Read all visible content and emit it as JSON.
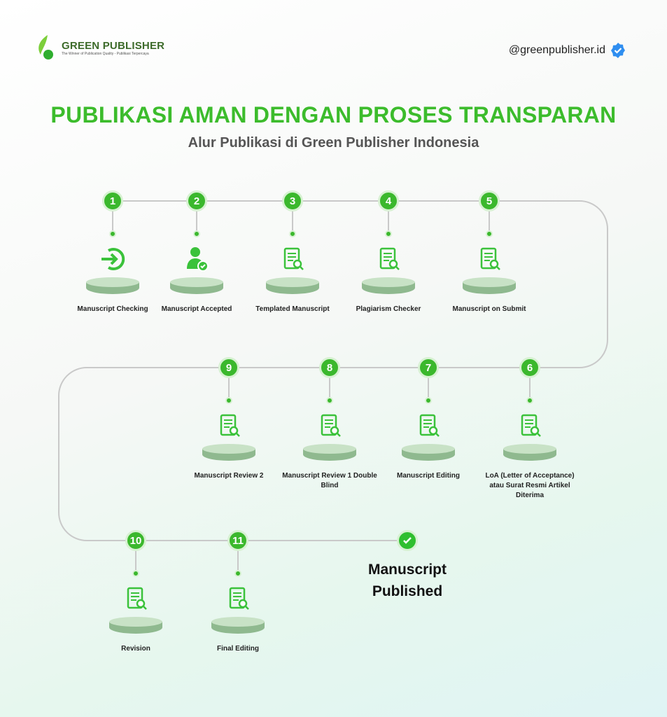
{
  "brand": {
    "name": "GREEN PUBLISHER",
    "tagline": "The Winner of Publication Quality - Publikasi Terpercaya",
    "handle": "@greenpublisher.id",
    "accent": "#3bb82d"
  },
  "header": {
    "title": "PUBLIKASI AMAN DENGAN PROSES TRANSPARAN",
    "subtitle": "Alur Publikasi di Green Publisher Indonesia"
  },
  "steps": [
    {
      "n": "1",
      "label": "Manuscript Checking",
      "icon": "login-arrow-icon"
    },
    {
      "n": "2",
      "label": "Manuscript Accepted",
      "icon": "user-check-icon"
    },
    {
      "n": "3",
      "label": "Templated Manuscript",
      "icon": "document-edit-icon"
    },
    {
      "n": "4",
      "label": "Plagiarism Checker",
      "icon": "documents-search-icon"
    },
    {
      "n": "5",
      "label": "Manuscript on Submit",
      "icon": "document-send-icon"
    },
    {
      "n": "6",
      "label": "LoA (Letter of Acceptance) atau Surat Resmi Artikel Diterima",
      "icon": "certificate-icon"
    },
    {
      "n": "7",
      "label": "Manuscript Editing",
      "icon": "scroll-pen-icon"
    },
    {
      "n": "8",
      "label": "Manuscript Review 1 Double Blind",
      "icon": "document-search-icon"
    },
    {
      "n": "9",
      "label": "Manuscript Review 2",
      "icon": "document-search-icon"
    },
    {
      "n": "10",
      "label": "Revision",
      "icon": "clipboard-edit-icon"
    },
    {
      "n": "11",
      "label": "Final Editing",
      "icon": "documents-check-icon"
    }
  ],
  "final": {
    "label": "Manuscript Published"
  }
}
